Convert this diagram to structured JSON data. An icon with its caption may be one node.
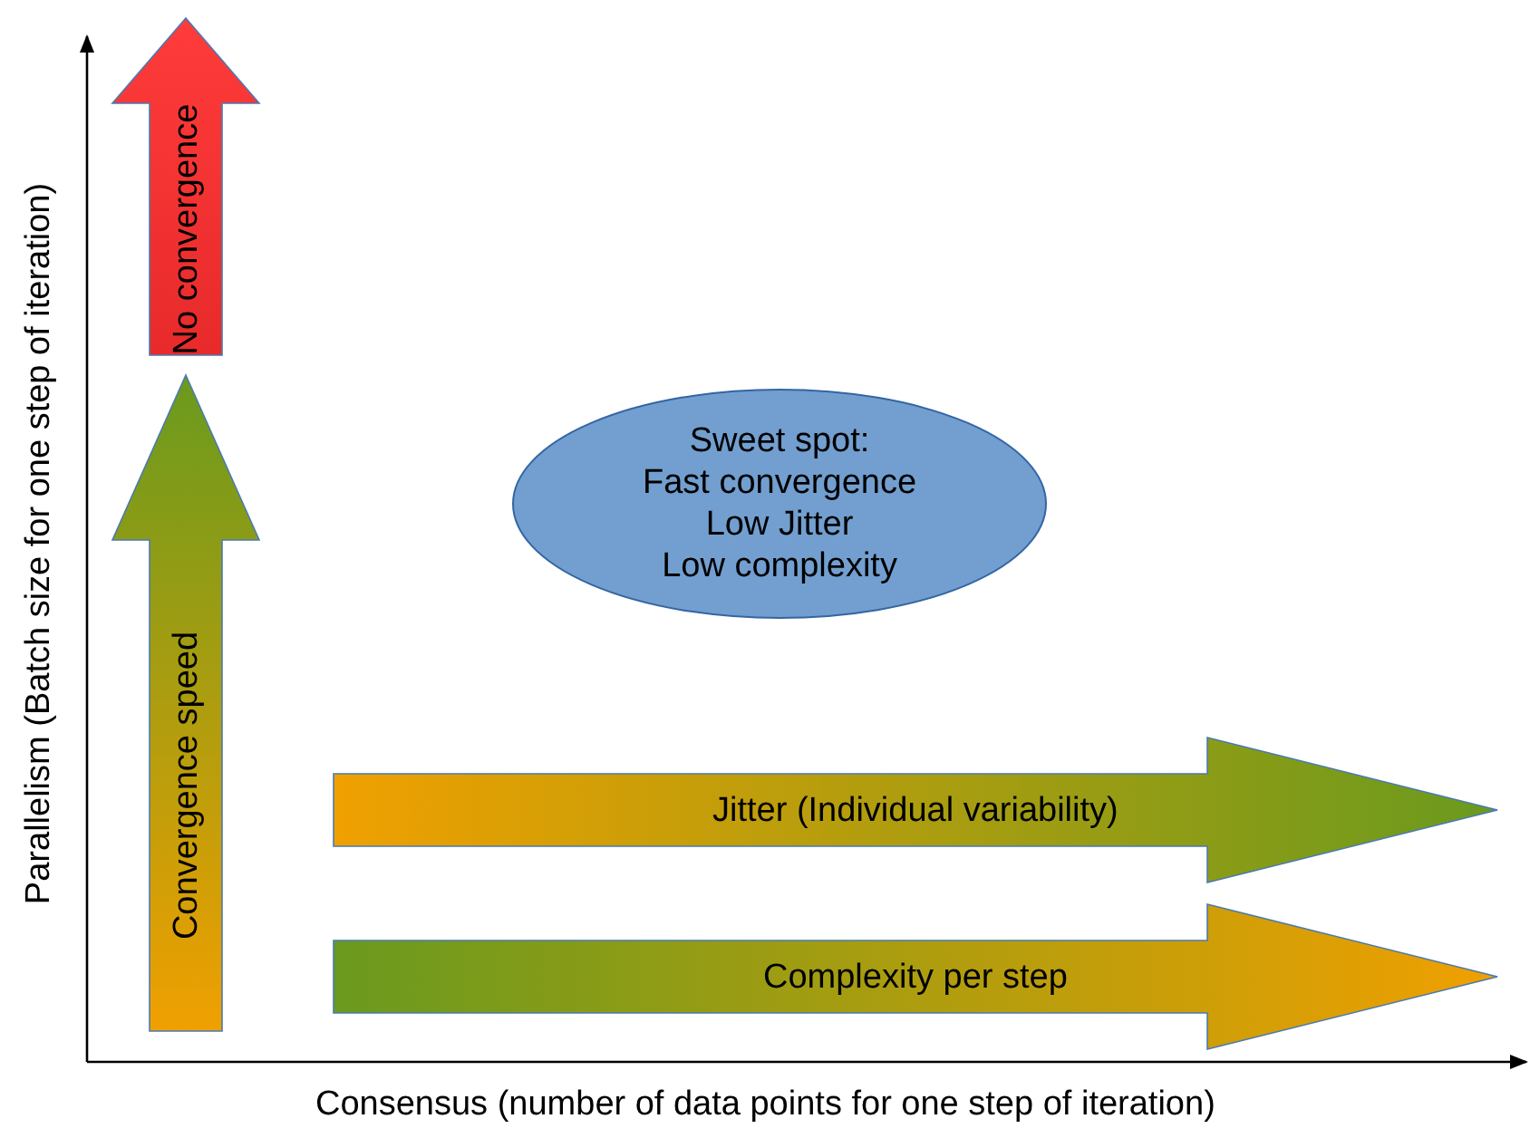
{
  "diagram": {
    "nodes": [
      {
        "text": [
          "No convergence"
        ]
      },
      {
        "text": [
          "Convergence speed"
        ]
      },
      {
        "text": [
          "Sweet spot:",
          "Fast convergence",
          "Low Jitter",
          "Low complexity"
        ]
      },
      {
        "text": [
          "Jitter (Individual variability)"
        ]
      },
      {
        "text": [
          "Complexity per step"
        ]
      }
    ],
    "edges": [],
    "labels": [
      "Parallelism (Batch size for one step of iteration)",
      "Consensus (number of data points for one step of iteration)"
    ]
  }
}
